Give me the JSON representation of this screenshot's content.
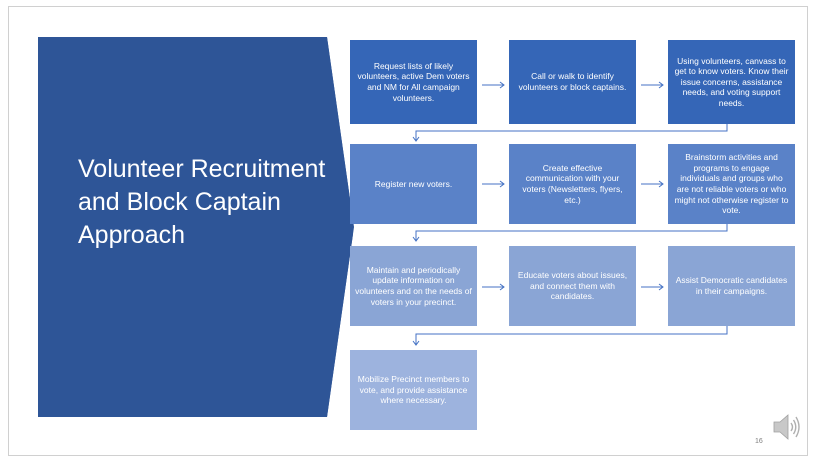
{
  "slide": {
    "title": "Volunteer Recruitment and Block Captain Approach",
    "page_number": "16",
    "audio_icon": "speaker-icon",
    "colors": {
      "title_panel": "#2e5597",
      "row1": "#3566b7",
      "row2": "#5a82c8",
      "row3": "#8aa5d5",
      "row4": "#9db3de"
    }
  },
  "steps": [
    "Request lists of likely volunteers, active Dem voters and NM for All campaign volunteers.",
    "Call or walk to identify volunteers or block captains.",
    "Using volunteers, canvass to get to know voters. Know their issue concerns, assistance needs, and voting support needs.",
    "Register new voters.",
    "Create effective communication with your voters (Newsletters, flyers, etc.)",
    "Brainstorm activities and programs to engage individuals and groups who are not reliable voters or who might not otherwise register to vote.",
    "Maintain and periodically update information on volunteers and on the needs of voters in your precinct.",
    "Educate voters about issues, and connect them with candidates.",
    "Assist Democratic candidates in their campaigns.",
    "Mobilize Precinct members to vote, and provide assistance where necessary."
  ]
}
